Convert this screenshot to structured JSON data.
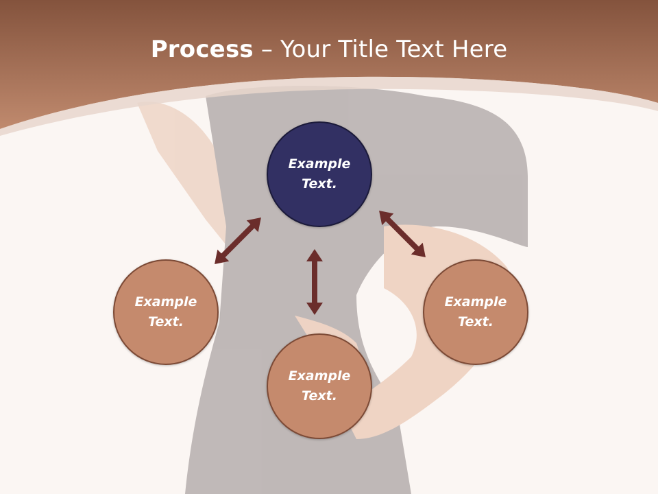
{
  "title": {
    "bold": "Process",
    "rest": " – Your Title Text Here"
  },
  "colors": {
    "header_top": "#8a5a43",
    "header_bottom": "#c08a6e",
    "background": "#fbf6f3",
    "center_fill": "#323063",
    "center_stroke": "#1b1a3a",
    "node_fill": "#c58a6d",
    "node_stroke": "#7c4a36",
    "arrow": "#6b2d2b"
  },
  "nodes": {
    "center": "Example Text.",
    "left": "Example Text.",
    "bottom": "Example Text.",
    "right": "Example Text."
  }
}
